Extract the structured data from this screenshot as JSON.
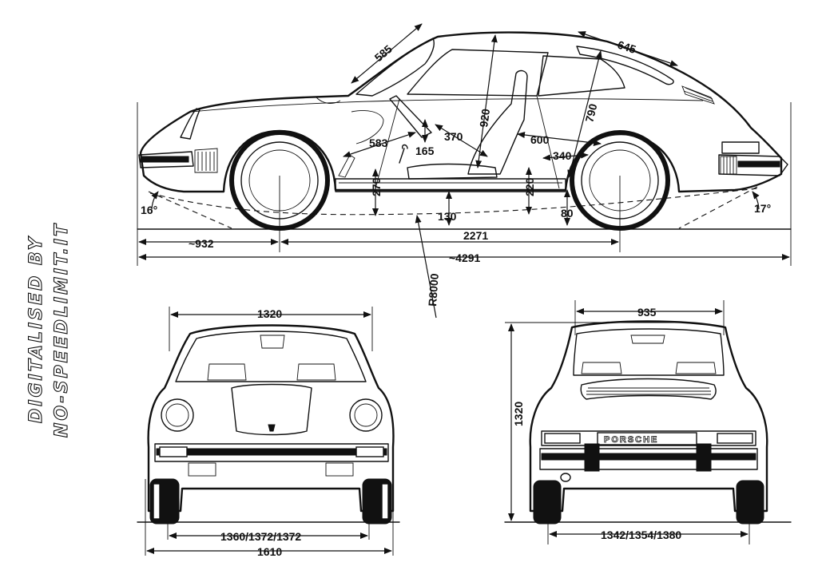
{
  "watermark": {
    "line1": "DIGITALISED BY",
    "line2": "NO-SPEEDLIMIT.IT"
  },
  "side_view": {
    "windscreen": "585",
    "rear_window": "645",
    "headroom": "920",
    "rear_headroom": "790",
    "pedal_to_seat": "583",
    "seat_depth": "370",
    "front_seat_gap": "165",
    "rear_seat": "600",
    "rear_legroom": "340",
    "front_floor": "270",
    "rear_floor": "220",
    "ground_clearance": "130",
    "min_clearance": "80",
    "front_overhang": "~932",
    "wheelbase": "2271",
    "overall_length": "~4291",
    "ramp_radius": "R8000",
    "approach_angle": "16°",
    "departure_angle": "17°"
  },
  "front_view": {
    "roof_width": "1320",
    "track": "1360/1372/1372",
    "overall_width": "1610"
  },
  "rear_view": {
    "roof_width": "935",
    "height": "1320",
    "track": "1342/1354/1380",
    "badge": "PORSCHE"
  }
}
